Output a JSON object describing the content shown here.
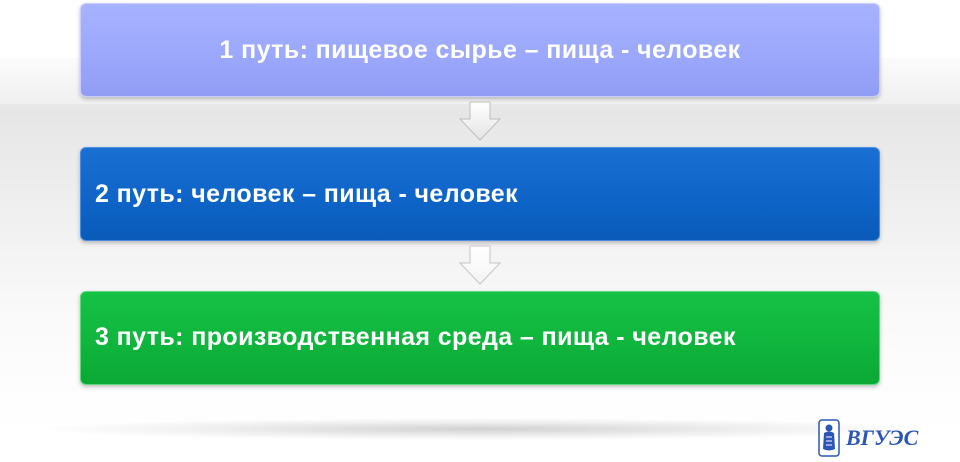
{
  "steps": [
    {
      "label": "1 путь: пищевое сырье – пища - человек",
      "color": "#9aa7fb"
    },
    {
      "label": "2 путь: человек – пища - человек",
      "color": "#0d63c6"
    },
    {
      "label": "3 путь: производственная среда – пища - человек",
      "color": "#0fb43c"
    }
  ],
  "connectors": [
    "down-arrow-icon",
    "down-arrow-icon"
  ],
  "logo": {
    "text": "ВГУЭС",
    "accent": "#2b56b5"
  }
}
